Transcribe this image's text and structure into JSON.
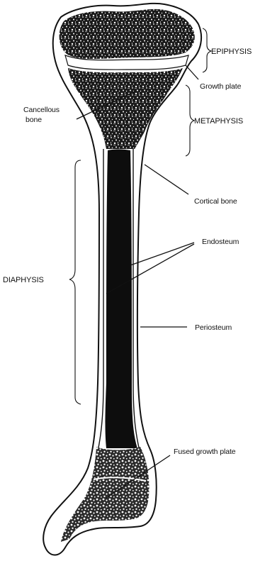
{
  "labels": {
    "epiphysis": "EPIPHYSIS",
    "growth_plate": "Growth plate",
    "cancellous_line1": "Cancellous",
    "cancellous_line2": "bone",
    "metaphysis": "METAPHYSIS",
    "cortical_bone": "Cortical bone",
    "endosteum": "Endosteum",
    "diaphysis": "DIAPHYSIS",
    "periosteum": "Periosteum",
    "fused_growth_plate": "Fused growth plate"
  },
  "colors": {
    "ink": "#111111",
    "marrow": "#0d0d0d",
    "paper": "#ffffff"
  }
}
